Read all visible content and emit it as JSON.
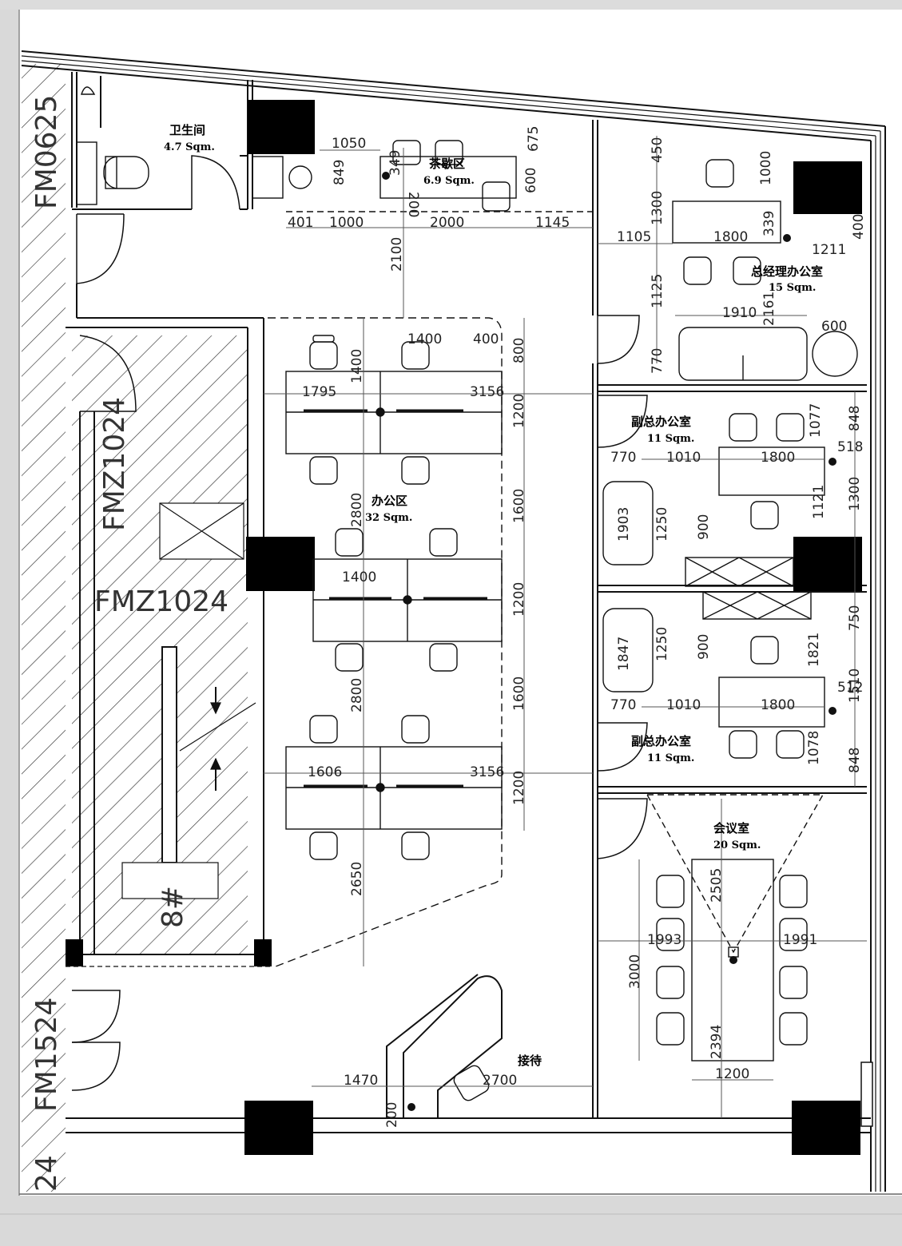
{
  "rooms": {
    "restroom": {
      "name": "卫生间",
      "area": "4.7 Sqm."
    },
    "tea_area": {
      "name": "茶歇区",
      "area": "6.9 Sqm."
    },
    "gm_office": {
      "name": "总经理办公室",
      "area": "15 Sqm."
    },
    "vp_office_1": {
      "name": "副总办公室",
      "area": "11 Sqm."
    },
    "vp_office_2": {
      "name": "副总办公室",
      "area": "11 Sqm."
    },
    "office_area": {
      "name": "办公区",
      "area": "32 Sqm."
    },
    "meeting_room": {
      "name": "会议室",
      "area": "20 Sqm."
    },
    "reception": {
      "name": "接待"
    }
  },
  "labels": {
    "fm_top_left": "FM0625",
    "fm_stair_vertical": "FMZ1024",
    "fm_stair_horizontal": "FMZ1024",
    "fm_bottom_left": "FM1524",
    "fm_bottom_edge": "24",
    "stair_number": "8#"
  },
  "dimensions": {
    "d_1050": "1050",
    "d_675": "675",
    "d_849": "849",
    "d_349": "349",
    "d_600a": "600",
    "d_200a": "200",
    "d_401": "401",
    "d_1000a": "1000",
    "d_2000": "2000",
    "d_1145": "1145",
    "d_2100": "2100",
    "d_1105": "1105",
    "d_450": "450",
    "d_1300a": "1300",
    "d_1000b": "1000",
    "d_1800a": "1800",
    "d_339": "339",
    "d_1211": "1211",
    "d_400a": "400",
    "d_1125": "1125",
    "d_1910": "1910",
    "d_2161": "2161",
    "d_600b": "600",
    "d_770a": "770",
    "d_1400a": "1400",
    "d_400b": "400",
    "d_800": "800",
    "d_1400b": "1400",
    "d_1795": "1795",
    "d_3156a": "3156",
    "d_1200a": "1200",
    "d_2800a": "2800",
    "d_1600a": "1600",
    "d_1400c": "1400",
    "d_1200b": "1200",
    "d_2800b": "2800",
    "d_1600b": "1600",
    "d_1606": "1606",
    "d_3156b": "3156",
    "d_1200c": "1200",
    "d_2650": "2650",
    "d_1077": "1077",
    "d_848a": "848",
    "d_518": "518",
    "d_770b": "770",
    "d_1010a": "1010",
    "d_1800b": "1800",
    "d_1903": "1903",
    "d_1250a": "1250",
    "d_900a": "900",
    "d_1121": "1121",
    "d_1300b": "1300",
    "d_750": "750",
    "d_1847": "1847",
    "d_1250b": "1250",
    "d_900b": "900",
    "d_1821": "1821",
    "d_1510": "1510",
    "d_512": "512",
    "d_770c": "770",
    "d_1010b": "1010",
    "d_1800c": "1800",
    "d_1078": "1078",
    "d_848b": "848",
    "d_2505": "2505",
    "d_1993": "1993",
    "d_1991": "1991",
    "d_3000": "3000",
    "d_2394": "2394",
    "d_1200d": "1200",
    "d_1470": "1470",
    "d_2700": "2700",
    "d_200b": "200"
  },
  "colors": {
    "line": "#111111",
    "dim_line": "#555555",
    "paper": "#ffffff",
    "background": "#d9d9d9",
    "column": "#000000"
  }
}
